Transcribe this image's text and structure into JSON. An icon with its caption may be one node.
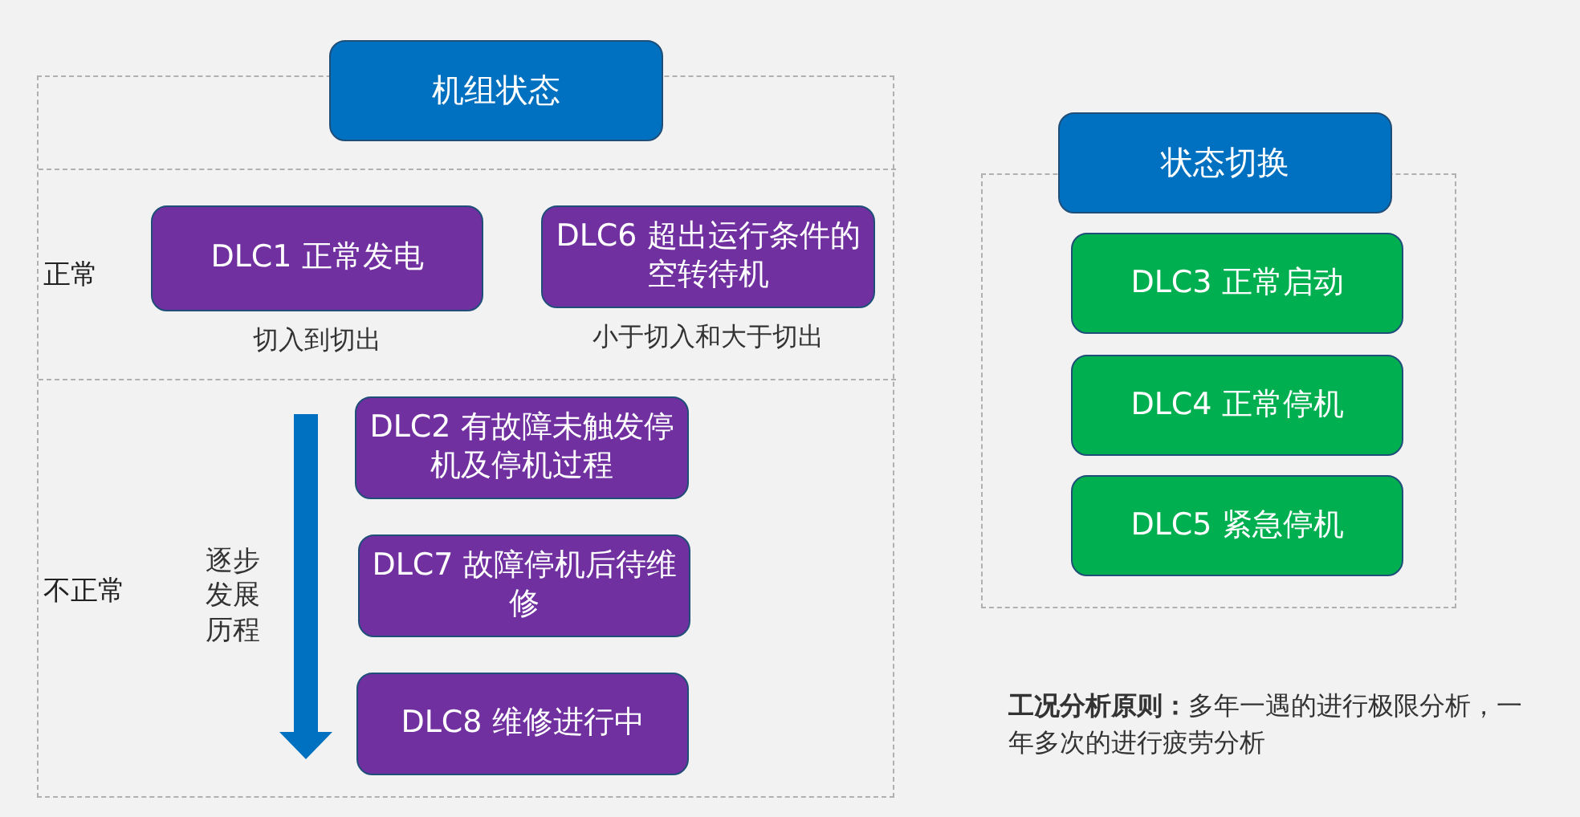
{
  "diagram": {
    "nodes": [
      {
        "text": [
          "机组状态"
        ]
      },
      {
        "text": [],
        "shape": "box"
      },
      {
        "text": [
          "正常"
        ],
        "in": 1
      },
      {
        "text": [
          "DLC1 正常发电"
        ],
        "in": 2,
        "beside": [
          "切入到切出"
        ]
      },
      {
        "text": [
          "DLC6 超出运行条件的空转待机"
        ],
        "in": 2,
        "beside": [
          "小于切入和大于切出"
        ]
      },
      {
        "text": [
          "不正常"
        ],
        "in": 1
      },
      {
        "text": [
          "DLC2 有故障未触发停机及停机过程"
        ],
        "in": 5
      },
      {
        "text": [
          "DLC7 故障停机后待维修"
        ],
        "in": 5
      },
      {
        "text": [
          "DLC8 维修进行中"
        ],
        "in": 5
      },
      {
        "text": [
          "状态切换"
        ]
      },
      {
        "text": [],
        "shape": "box"
      },
      {
        "text": [
          "DLC3 正常启动"
        ],
        "in": 10
      },
      {
        "text": [
          "DLC4 正常停机"
        ],
        "in": 10
      },
      {
        "text": [
          "DLC5 紧急停机"
        ],
        "in": 10
      }
    ],
    "edges": [],
    "labels": [
      "逐步发展历程",
      "**工况分析原则：**多年一遇的进行极限分析，一年多次的进行疲劳分析"
    ]
  }
}
